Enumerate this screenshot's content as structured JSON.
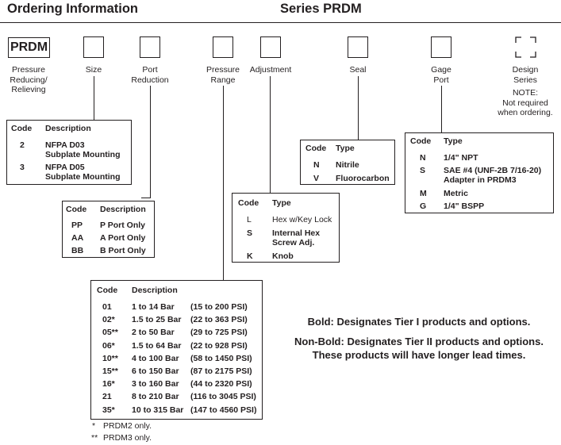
{
  "header": {
    "left_title": "Ordering Information",
    "right_title": "Series PRDM"
  },
  "model_code": "PRDM",
  "fields": [
    {
      "id": "model",
      "label": "Pressure\nReducing/\nRelieving"
    },
    {
      "id": "size",
      "label": "Size"
    },
    {
      "id": "port_reduction",
      "label": "Port\nReduction"
    },
    {
      "id": "pressure_range",
      "label": "Pressure\nRange"
    },
    {
      "id": "adjustment",
      "label": "Adjustment"
    },
    {
      "id": "seal",
      "label": "Seal"
    },
    {
      "id": "gage_port",
      "label": "Gage\nPort"
    },
    {
      "id": "design_series",
      "label": "Design\nSeries",
      "note": "NOTE:\nNot required\nwhen ordering."
    }
  ],
  "size_table": {
    "headers": [
      "Code",
      "Description"
    ],
    "rows": [
      {
        "code": "2",
        "desc": "NFPA D03\nSubplate Mounting",
        "bold": true
      },
      {
        "code": "3",
        "desc": "NFPA D05\nSubplate Mounting",
        "bold": true
      }
    ]
  },
  "port_table": {
    "headers": [
      "Code",
      "Description"
    ],
    "rows": [
      {
        "code": "PP",
        "desc": "P Port Only",
        "bold": true
      },
      {
        "code": "AA",
        "desc": "A Port Only",
        "bold": true
      },
      {
        "code": "BB",
        "desc": "B Port Only",
        "bold": true
      }
    ]
  },
  "adjustment_table": {
    "headers": [
      "Code",
      "Type"
    ],
    "rows": [
      {
        "code": "L",
        "desc": "Hex w/Key Lock",
        "bold": false
      },
      {
        "code": "S",
        "desc": "Internal Hex\nScrew Adj.",
        "bold": true
      },
      {
        "code": "K",
        "desc": "Knob",
        "bold": true
      }
    ]
  },
  "seal_table": {
    "headers": [
      "Code",
      "Type"
    ],
    "rows": [
      {
        "code": "N",
        "desc": "Nitrile",
        "bold": true
      },
      {
        "code": "V",
        "desc": "Fluorocarbon",
        "bold": true
      }
    ]
  },
  "gage_table": {
    "headers": [
      "Code",
      "Type"
    ],
    "rows": [
      {
        "code": "N",
        "desc": "1/4\" NPT",
        "bold": true
      },
      {
        "code": "S",
        "desc": "SAE #4 (UNF-2B 7/16-20)\nAdapter in PRDM3",
        "bold": true
      },
      {
        "code": "M",
        "desc": "Metric",
        "bold": true
      },
      {
        "code": "G",
        "desc": "1/4\" BSPP",
        "bold": true
      }
    ]
  },
  "pressure_table": {
    "headers": [
      "Code",
      "Description"
    ],
    "rows": [
      {
        "code": "01",
        "bar": "1 to 14 Bar",
        "psi": "(15 to 200 PSI)"
      },
      {
        "code": "02*",
        "bar": "1.5 to 25 Bar",
        "psi": "(22 to 363 PSI)"
      },
      {
        "code": "05**",
        "bar": "2 to 50 Bar",
        "psi": "(29 to 725 PSI)"
      },
      {
        "code": "06*",
        "bar": "1.5 to 64 Bar",
        "psi": "(22 to 928 PSI)"
      },
      {
        "code": "10**",
        "bar": "4 to 100 Bar",
        "psi": "(58 to 1450 PSI)"
      },
      {
        "code": "15**",
        "bar": "6 to 150 Bar",
        "psi": "(87 to 2175 PSI)"
      },
      {
        "code": "16*",
        "bar": "3 to 160 Bar",
        "psi": "(44 to 2320 PSI)"
      },
      {
        "code": "21",
        "bar": "8 to 210 Bar",
        "psi": "(116 to 3045 PSI)"
      },
      {
        "code": "35*",
        "bar": "10 to 315 Bar",
        "psi": "(147 to 4560 PSI)"
      }
    ]
  },
  "footnotes": [
    {
      "mark": "*",
      "text": "PRDM2 only."
    },
    {
      "mark": "**",
      "text": "PRDM3 only."
    }
  ],
  "notes": {
    "bold_note": "Bold: Designates Tier I products and options.",
    "nonbold_note": "Non-Bold: Designates Tier II products and options.\nThese products will have longer lead times."
  }
}
